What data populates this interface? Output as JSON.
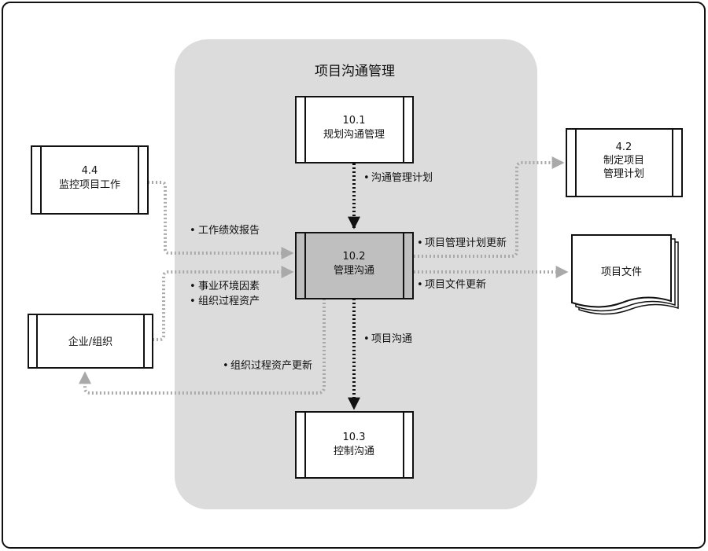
{
  "region_title": "项目沟通管理",
  "boxes": {
    "b101": {
      "line1": "10.1",
      "line2": "规划沟通管理"
    },
    "b102": {
      "line1": "10.2",
      "line2": "管理沟通"
    },
    "b103": {
      "line1": "10.3",
      "line2": "控制沟通"
    },
    "b44": {
      "line1": "4.4",
      "line2": "监控项目工作"
    },
    "b42": {
      "line1": "4.2",
      "line2": "制定项目",
      "line3": "管理计划"
    },
    "enterprise": {
      "label": "企业/组织"
    },
    "docs": {
      "label": "项目文件"
    }
  },
  "flows": {
    "comm_plan": "沟通管理计划",
    "work_perf": "工作绩效报告",
    "eef": "事业环境因素",
    "opa": "组织过程资产",
    "pmp_update": "项目管理计划更新",
    "doc_update": "项目文件更新",
    "project_comm": "项目沟通",
    "opa_update": "组织过程资产更新"
  },
  "bullet": "•"
}
